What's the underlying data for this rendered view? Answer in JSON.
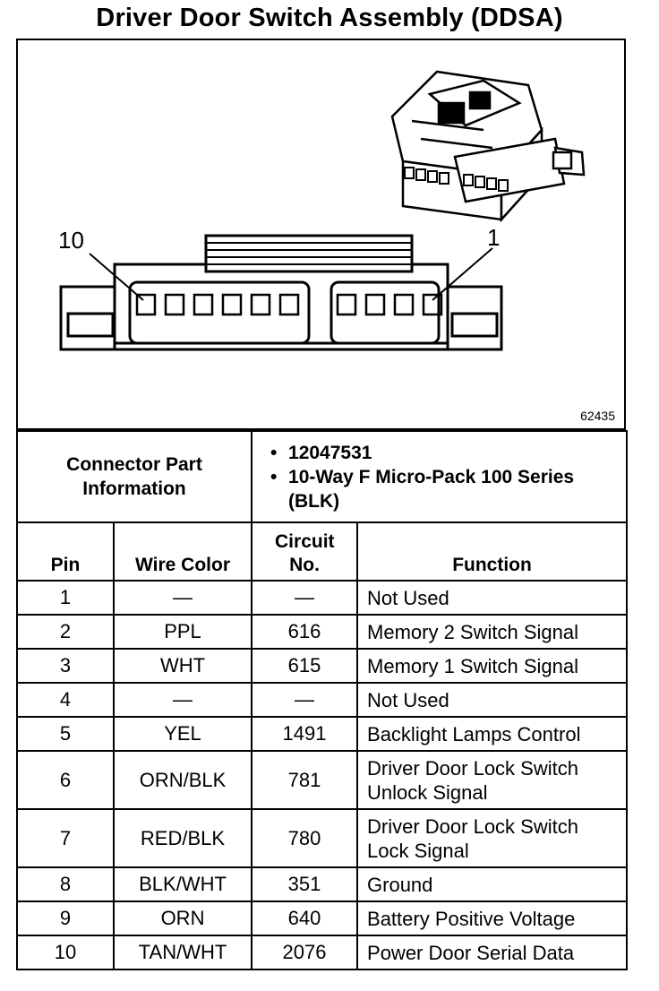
{
  "title": "Driver Door Switch Assembly (DDSA)",
  "figure": {
    "id": "62435",
    "pin_left_label": "10",
    "pin_right_label": "1"
  },
  "connector_info": {
    "label": "Connector Part Information",
    "items": [
      "12047531",
      "10-Way F Micro-Pack 100 Series (BLK)"
    ]
  },
  "columns": [
    "Pin",
    "Wire Color",
    "Circuit No.",
    "Function"
  ],
  "rows": [
    {
      "pin": "1",
      "color": "—",
      "circuit": "—",
      "function": "Not Used"
    },
    {
      "pin": "2",
      "color": "PPL",
      "circuit": "616",
      "function": "Memory 2 Switch Signal"
    },
    {
      "pin": "3",
      "color": "WHT",
      "circuit": "615",
      "function": "Memory 1 Switch Signal"
    },
    {
      "pin": "4",
      "color": "—",
      "circuit": "—",
      "function": "Not Used"
    },
    {
      "pin": "5",
      "color": "YEL",
      "circuit": "1491",
      "function": "Backlight Lamps Control"
    },
    {
      "pin": "6",
      "color": "ORN/BLK",
      "circuit": "781",
      "function": "Driver Door Lock Switch Unlock Signal"
    },
    {
      "pin": "7",
      "color": "RED/BLK",
      "circuit": "780",
      "function": "Driver Door Lock Switch Lock Signal"
    },
    {
      "pin": "8",
      "color": "BLK/WHT",
      "circuit": "351",
      "function": "Ground"
    },
    {
      "pin": "9",
      "color": "ORN",
      "circuit": "640",
      "function": "Battery Positive Voltage"
    },
    {
      "pin": "10",
      "color": "TAN/WHT",
      "circuit": "2076",
      "function": "Power Door Serial Data"
    }
  ]
}
